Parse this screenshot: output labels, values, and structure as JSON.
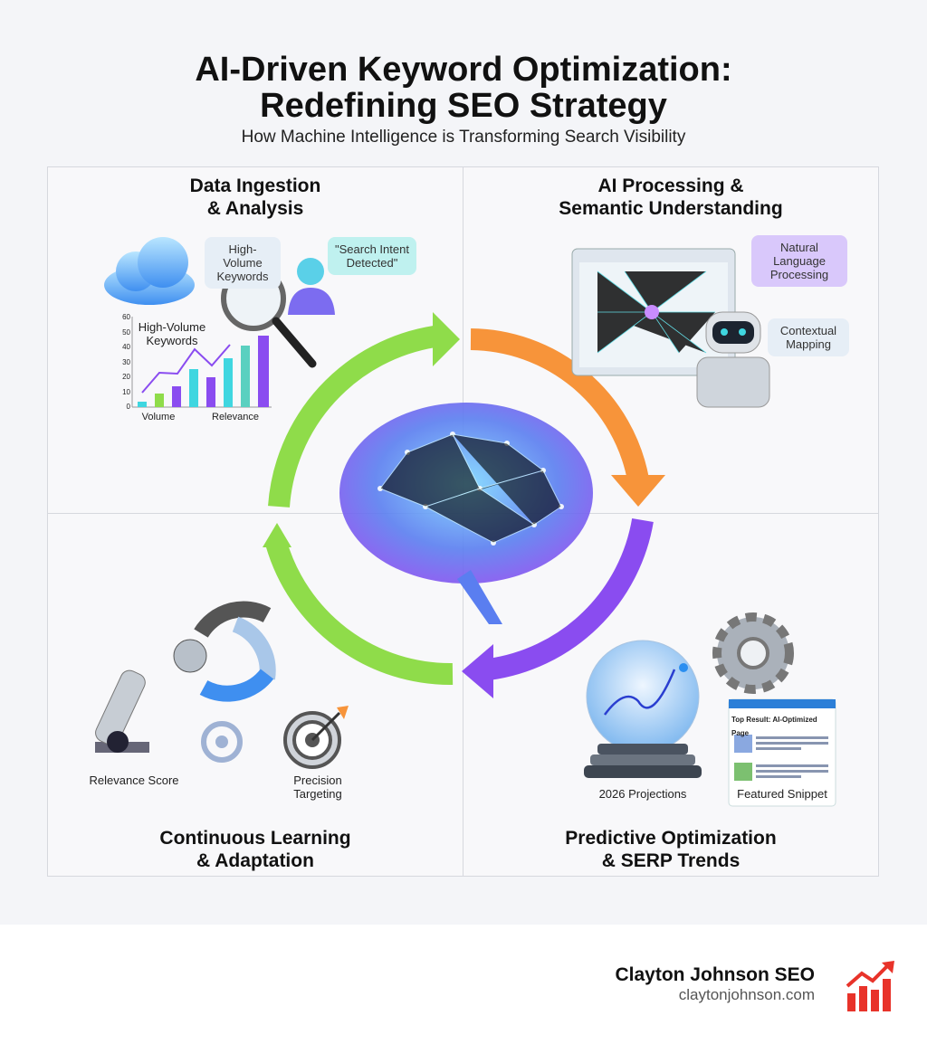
{
  "header": {
    "title_line1": "AI-Driven Keyword Optimization:",
    "title_line2": "Redefining SEO Strategy",
    "subtitle": "How Machine Intelligence is Transforming Search Visibility"
  },
  "quadrants": [
    {
      "title_line1": "Data Ingestion",
      "title_line2": "& Analysis",
      "bubble1": "High-Volume Keywords",
      "bubble2": "\"Search Intent Detected\"",
      "chart_title": "High-Volume Keywords",
      "chart_xlabels": [
        "Volume",
        "Relevance"
      ],
      "chart_yticks": [
        "0",
        "10",
        "20",
        "30",
        "40",
        "50",
        "60"
      ]
    },
    {
      "title_line1": "AI Processing &",
      "title_line2": "Semantic Understanding",
      "bubble1": "Natural Language Processing",
      "bubble2": "Contextual Mapping"
    },
    {
      "title_line1": "Continuous Learning",
      "title_line2": "& Adaptation",
      "label1": "Relevance Score",
      "label2": "Precision Targeting"
    },
    {
      "title_line1": "Predictive Optimization",
      "title_line2": "& SERP Trends",
      "label1": "2026 Projections",
      "serp_title": "Top Result: AI-Optimized Page",
      "label2": "Featured Snippet"
    }
  ],
  "colors": {
    "green": "#8fdc4a",
    "orange": "#f7943a",
    "purple": "#8a4cf0",
    "cyan": "#3fd6e0",
    "footer_red": "#e8332a"
  },
  "footer": {
    "brand": "Clayton Johnson SEO",
    "url": "claytonjohnson.com"
  }
}
